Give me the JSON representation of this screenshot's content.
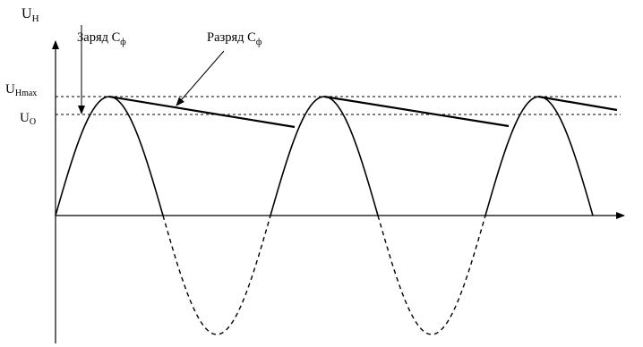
{
  "labels": {
    "y_axis": "U",
    "y_axis_sub": "Н",
    "charge": "Заряд C",
    "charge_sub": "ф",
    "discharge": "Разряд C",
    "discharge_sub": "ф",
    "u_max": "U",
    "u_max_sub": "Hmax",
    "u_o": "U",
    "u_o_sub": "O"
  },
  "colors": {
    "line": "#000000",
    "background": "#ffffff"
  }
}
